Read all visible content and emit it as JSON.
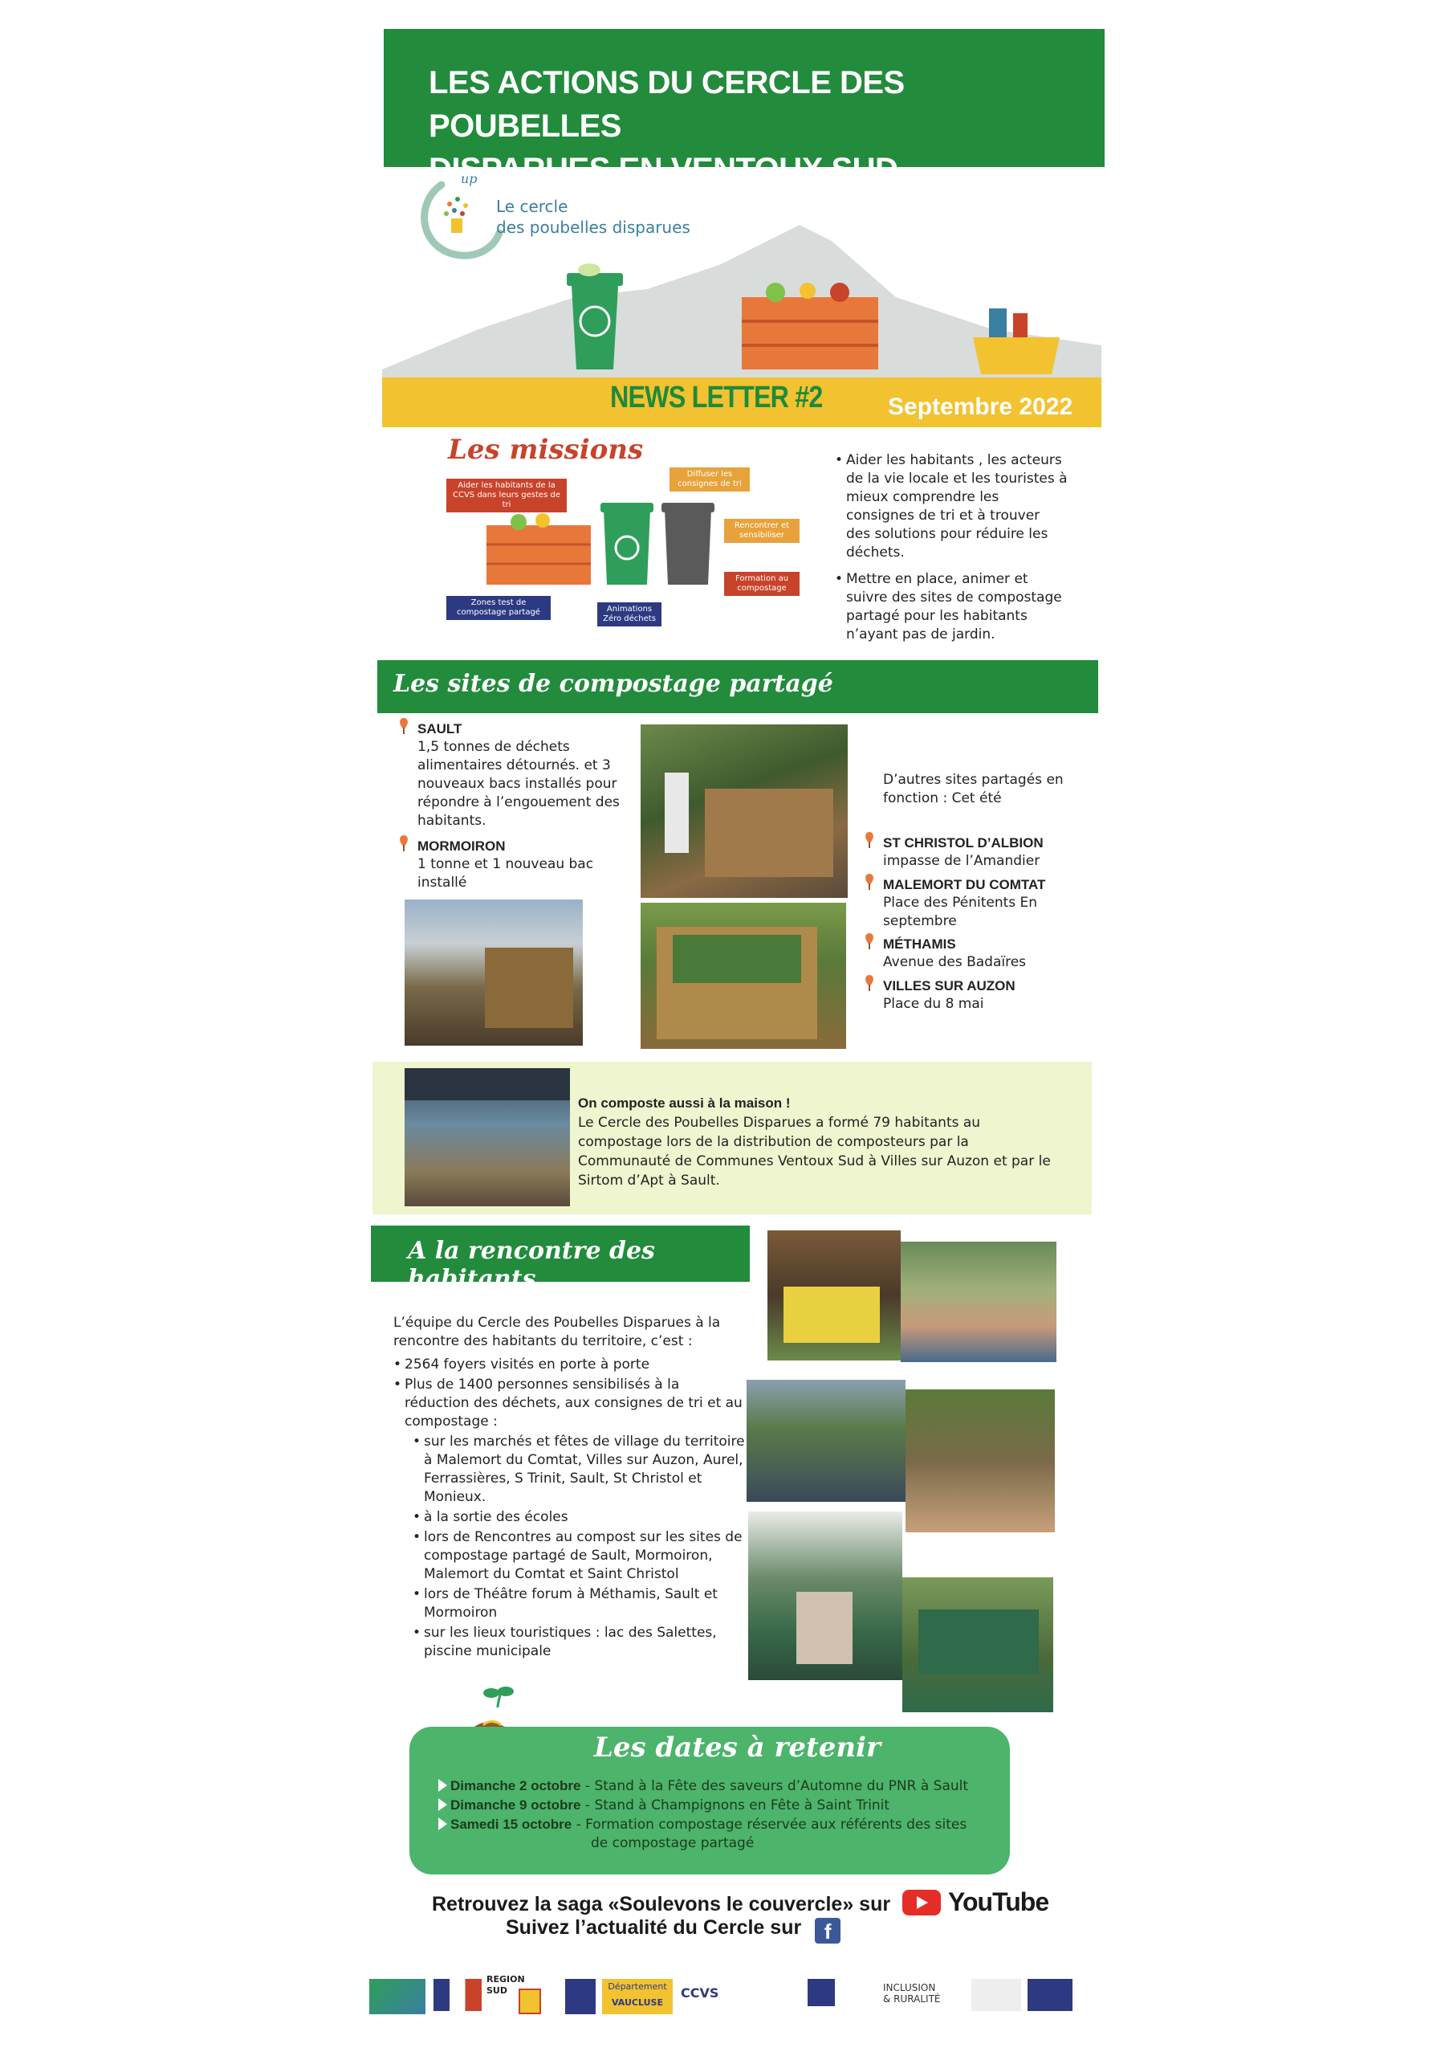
{
  "header": {
    "title_line1": "LES ACTIONS DU CERCLE DES POUBELLES",
    "title_line2": "DISPARUES EN VENTOUX SUD",
    "logo_text_line1": "Le cercle",
    "logo_text_line2": "des poubelles disparues",
    "newsletter_label": "NEWS LETTER #2",
    "newsletter_date": "Septembre 2022"
  },
  "missions": {
    "title": "Les missions",
    "tags": {
      "aider": "Aider les habitants de la CCVS dans leurs gestes de tri",
      "diffuser": "Diffuser les consignes de tri",
      "rencontrer": "Rencontrer et sensibiliser",
      "formation": "Formation au compostage",
      "animations": "Animations Zéro déchets",
      "zones": "Zones test de compostage partagé"
    },
    "bullets": [
      "Aider les habitants , les acteurs de la vie locale et les touristes à mieux comprendre les consignes de tri et à trouver des solutions pour réduire les déchets.",
      "Mettre en place, animer et suivre des sites de compostage partagé pour les habitants n’ayant pas de jardin."
    ]
  },
  "sites": {
    "title": "Les sites de compostage partagé",
    "left": [
      {
        "name": "SAULT",
        "text": "1,5 tonnes de déchets alimentaires détournés. et 3 nouveaux bacs installés pour répondre à l’engouement des habitants."
      },
      {
        "name": "MORMOIRON",
        "text": "1 tonne et 1 nouveau bac installé"
      }
    ],
    "right_intro": "D’autres sites partagés en fonction : Cet été",
    "right": [
      {
        "name": "ST CHRISTOL D’ALBION",
        "text": "impasse de l’Amandier"
      },
      {
        "name": "MALEMORT DU COMTAT",
        "text": "Place des Pénitents En septembre"
      },
      {
        "name": "MÉTHAMIS",
        "text": "Avenue des Badaïres"
      },
      {
        "name": "VILLES SUR AUZON",
        "text": "Place du 8 mai"
      }
    ]
  },
  "compose": {
    "lead": "On composte aussi à la maison !",
    "text": "Le Cercle des Poubelles Disparues a formé 79 habitants au compostage lors de la distribution de composteurs par la Communauté de Communes Ventoux Sud à Villes sur Auzon et par le Sirtom d’Apt à Sault."
  },
  "rencontre": {
    "title": "A la rencontre des habitants",
    "intro": "L’équipe du Cercle des Poubelles Disparues à la rencontre des habitants du territoire, c’est :",
    "bullets": [
      "2564 foyers visités en porte à porte",
      "Plus de 1400 personnes sensibilisés à la réduction des déchets, aux consignes de tri et au compostage :"
    ],
    "sub_bullets": [
      "sur les marchés et fêtes de village du territoire à Malemort du Comtat, Villes sur Auzon, Aurel, Ferrassières, S Trinit, Sault, St Christol et Monieux.",
      "à la sortie des écoles",
      "lors de Rencontres au compost sur les sites de compostage partagé de Sault, Mormoiron, Malemort du Comtat et Saint Christol",
      "lors de Théâtre forum à Méthamis, Sault et Mormoiron",
      "sur les lieux touristiques : lac des Salettes, piscine municipale"
    ]
  },
  "dates": {
    "title": "Les dates à retenir",
    "items": [
      {
        "day": "Dimanche 2 octobre",
        "text": " - Stand à la Fête des saveurs d’Automne du PNR à Sault"
      },
      {
        "day": "Dimanche 9 octobre",
        "text": " - Stand à Champignons en Fête à Saint Trinit"
      },
      {
        "day": "Samedi 15 octobre",
        "text": " - Formation compostage réservée aux référents des sites"
      }
    ],
    "continuation": "de compostage partagé"
  },
  "footer": {
    "youtube_line": "Retrouvez la saga «Soulevons le couvercle» sur",
    "youtube_label": "YouTube",
    "facebook_line": "Suivez l’actualité du Cercle sur",
    "facebook_label": "f",
    "logos": {
      "region": "REGION SUD",
      "departement": "Département",
      "vaucluse": "VAUCLUSE",
      "ccvs": "CCVS",
      "inclusion_line1": "INCLUSION",
      "inclusion_line2": "& RURALITÉ"
    }
  }
}
